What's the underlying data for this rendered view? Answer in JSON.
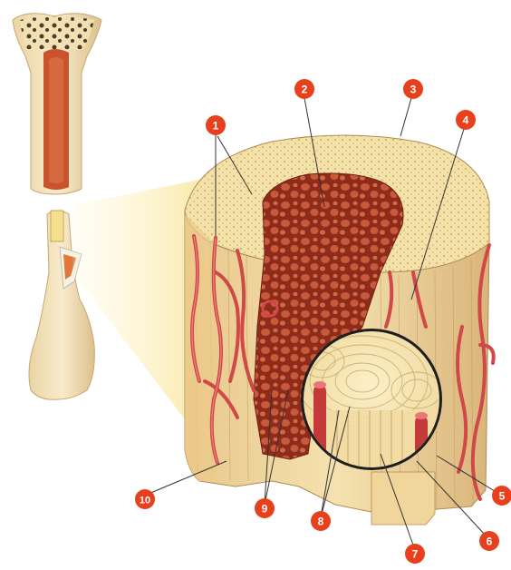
{
  "labels": [
    {
      "id": "1",
      "text": "1"
    },
    {
      "id": "2",
      "text": "2"
    },
    {
      "id": "3",
      "text": "3"
    },
    {
      "id": "4",
      "text": "4"
    },
    {
      "id": "5",
      "text": "5"
    },
    {
      "id": "6",
      "text": "6"
    },
    {
      "id": "7",
      "text": "7"
    },
    {
      "id": "8",
      "text": "8"
    },
    {
      "id": "9",
      "text": "9"
    },
    {
      "id": "10",
      "text": "10"
    }
  ],
  "colors": {
    "marker": "#e8401c",
    "marker_text": "#ffffff",
    "leader_line": "#333333",
    "compact_bone": "#f0dba0",
    "spongy_bone": "#b8452a",
    "vessel": "#d94a4a",
    "highlight_glow": "#fff3b0"
  }
}
